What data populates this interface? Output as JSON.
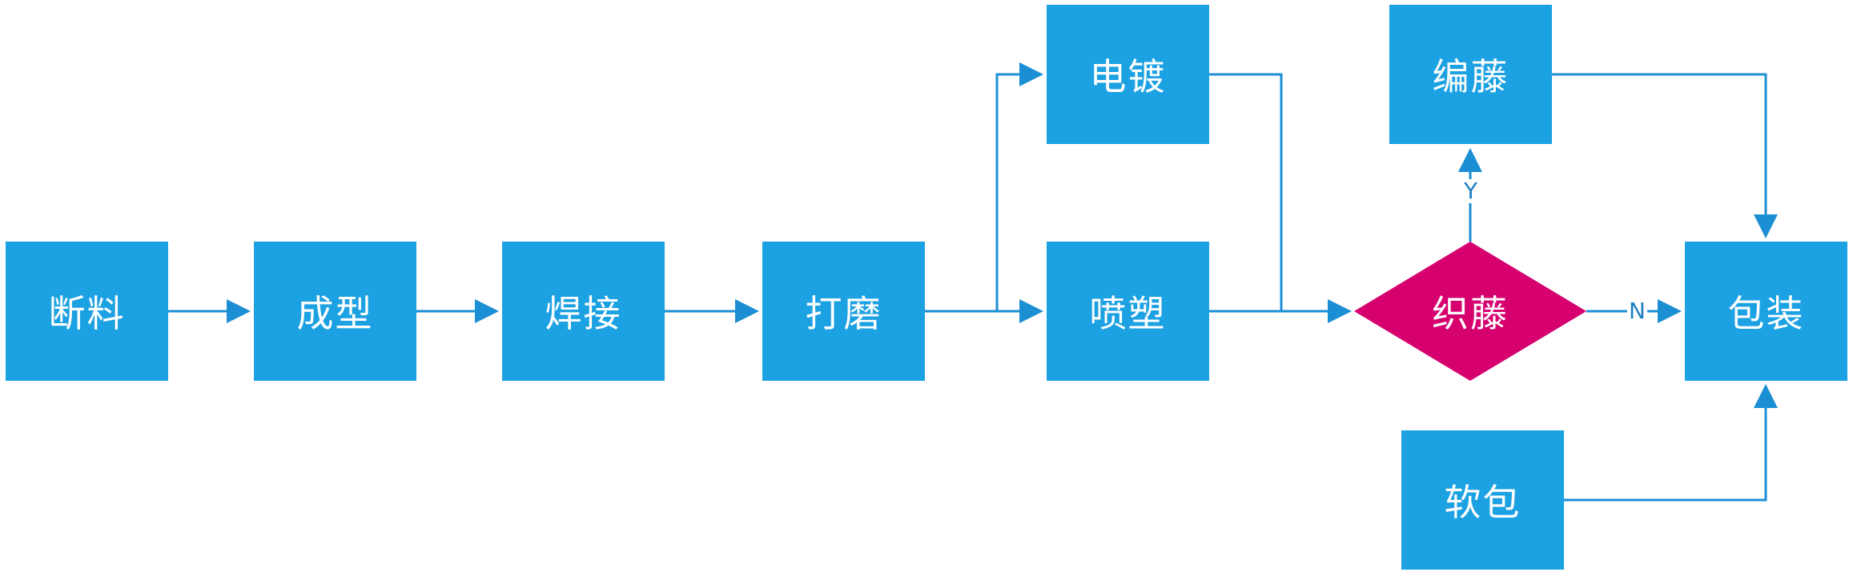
{
  "nodes": {
    "duanliao": "断料",
    "chengxing": "成型",
    "hanjie": "焊接",
    "damo": "打磨",
    "diandu": "电镀",
    "pensu": "喷塑",
    "biante": "编藤",
    "zhiteng": "织藤",
    "baozhuang": "包装",
    "ruanbao": "软包"
  },
  "edge_labels": {
    "yes": "Y",
    "no": "N"
  },
  "colors": {
    "process": "#1ca1e2",
    "decision": "#d6006f",
    "line": "#1c8fd4",
    "text": "#ffffff"
  }
}
